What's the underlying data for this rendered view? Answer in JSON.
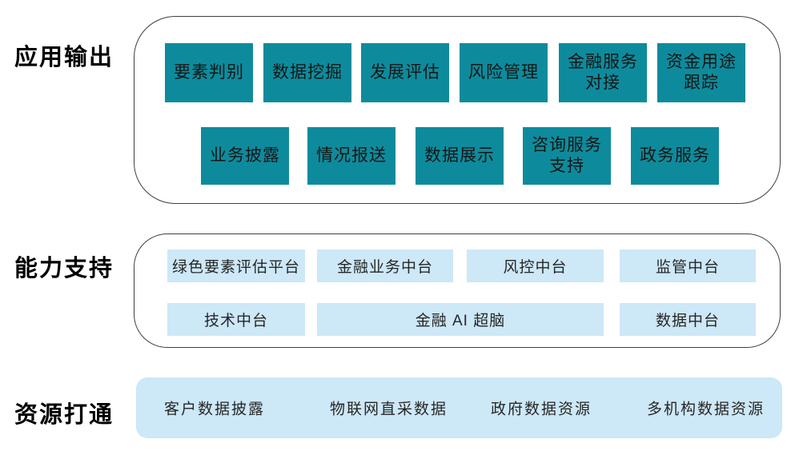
{
  "colors": {
    "teal": "#0d8b9c",
    "light_blue": "#cde8f7",
    "outline": "#3f3f3f"
  },
  "sections": {
    "app": {
      "label": "应用输出",
      "row1": [
        "要素判别",
        "数据挖掘",
        "发展评估",
        "风险管理",
        "金融服务\n对接",
        "资金用途\n跟踪"
      ],
      "row2": [
        "业务披露",
        "情况报送",
        "数据展示",
        "咨询服务\n支持",
        "政务服务"
      ]
    },
    "capability": {
      "label": "能力支持",
      "row1": [
        "绿色要素评估平台",
        "金融业务中台",
        "风控中台",
        "监管中台"
      ],
      "row2": [
        "技术中台",
        "金融 AI 超脑",
        "数据中台"
      ]
    },
    "resource": {
      "label": "资源打通",
      "items": [
        "客户数据披露",
        "物联网直采数据",
        "政府数据资源",
        "多机构数据资源"
      ]
    }
  }
}
